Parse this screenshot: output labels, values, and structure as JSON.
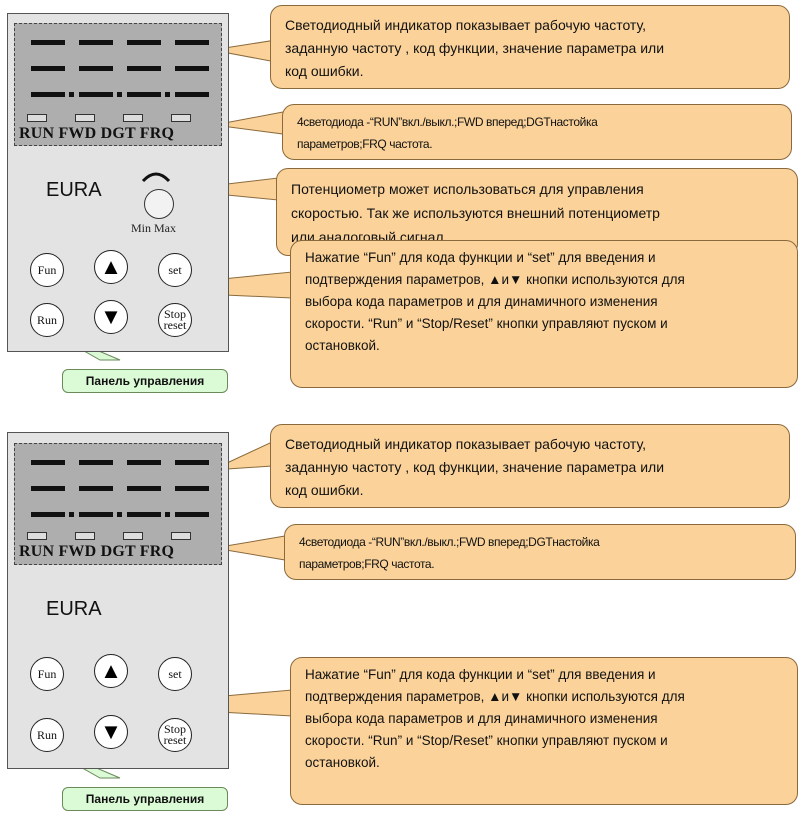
{
  "panels": [
    {
      "leds_label": "RUN FWD DGT FRQ",
      "brand": "EURA",
      "knob_label": "Min Max",
      "buttons": {
        "fun": "Fun",
        "set": "set",
        "run": "Run",
        "stop_line1": "Stop",
        "stop_line2": "reset"
      },
      "note": "Панель управления",
      "callouts": [
        [
          "Светодиодный индикатор показывает рабочую частоту,",
          "заданную частоту , код функции, значение параметра или",
          "код ошибки."
        ],
        [
          "4светодиода -“RUN”вкл./выкл.;FWD вперед;DGTнастойка",
          "параметров;FRQ частота."
        ],
        [
          "Потенциометр может использоваться для управления",
          "скоростью. Так же используются внешний потенциометр",
          "или аналоговый сигнал.."
        ],
        [
          "Нажатие “Fun” для кода функции и “set” для введения и",
          "подтверждения параметров, ▲и▼ кнопки используются для",
          "выбора кода параметров и для динамичного изменения",
          "скорости. “Run” и “Stop/Reset” кнопки управляют пуском и",
          "остановкой."
        ]
      ]
    },
    {
      "leds_label": "RUN FWD DGT FRQ",
      "brand": "EURA",
      "buttons": {
        "fun": "Fun",
        "set": "set",
        "run": "Run",
        "stop_line1": "Stop",
        "stop_line2": "reset"
      },
      "note": "Панель управления",
      "callouts": [
        [
          "Светодиодный индикатор показывает рабочую частоту,",
          "заданную частоту , код функции, значение параметра или",
          "код ошибки."
        ],
        [
          "4светодиода -“RUN”вкл./выкл.;FWD вперед;DGTнастойка",
          "параметров;FRQ частота."
        ],
        [
          "Нажатие “Fun” для кода функции и “set” для введения и",
          "подтверждения параметров, ▲и▼ кнопки используются для",
          "выбора кода параметров и для динамичного изменения",
          "скорости. “Run” и “Stop/Reset” кнопки управляют пуском и",
          "остановкой."
        ]
      ]
    }
  ],
  "glyphs": {
    "up": "▲",
    "down": "▼"
  },
  "colors": {
    "callout_fill": "#fbd39a",
    "note_fill": "#dbfad6",
    "panel": "#e3e3e3",
    "display": "#aeaeae"
  }
}
